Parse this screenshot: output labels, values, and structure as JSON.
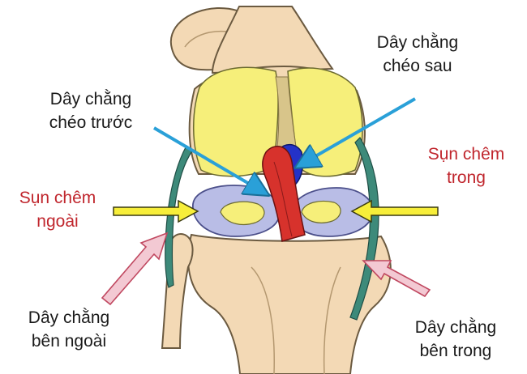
{
  "labels": {
    "pcl": {
      "line1": "Dây chằng",
      "line2": "chéo sau",
      "color": "#1a1a1a"
    },
    "acl": {
      "line1": "Dây chằng",
      "line2": "chéo trước",
      "color": "#1a1a1a"
    },
    "lateral_meniscus": {
      "line1": "Sụn chêm",
      "line2": "ngoài",
      "color": "#c0262d"
    },
    "medial_meniscus": {
      "line1": "Sụn chêm",
      "line2": "trong",
      "color": "#c0262d"
    },
    "lcl": {
      "line1": "Dây chằng",
      "line2": "bên ngoài",
      "color": "#1a1a1a"
    },
    "mcl": {
      "line1": "Dây chằng",
      "line2": "bên trong",
      "color": "#1a1a1a"
    }
  },
  "colors": {
    "bone": "#f3d9b5",
    "cartilage": "#f6ef7a",
    "meniscus": "#b9bde6",
    "acl": "#d7322c",
    "pcl": "#2432c8",
    "collateral_ligament": "#3d8a7a",
    "blue_arrow": "#2aa0d8",
    "yellow_arrow": "#f7ee3a",
    "pink_arrow": "#f3c9d3"
  }
}
